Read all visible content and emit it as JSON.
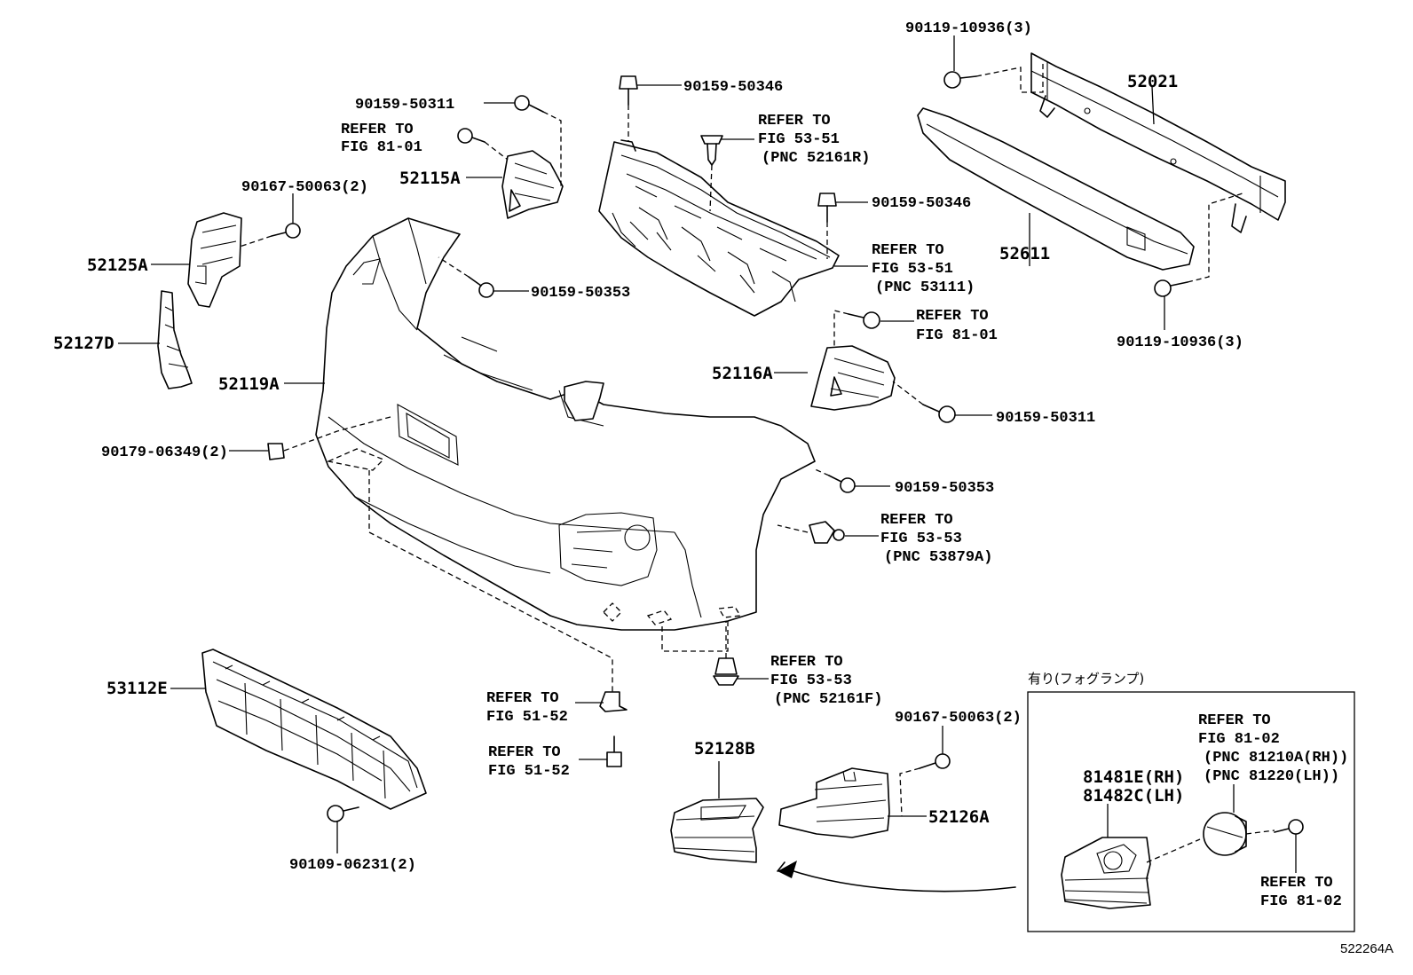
{
  "labels": {
    "bolt_52021_top": "90119-10936(3)",
    "part_52021": "52021",
    "part_52611": "52611",
    "bolt_52021_bottom": "90119-10936(3)",
    "bolt_grille_top": "90159-50346",
    "ref_5351a_1": "REFER TO",
    "ref_5351a_2": "FIG 53-51",
    "ref_5351a_3": "(PNC 52161R)",
    "bolt_grille_right": "90159-50346",
    "ref_5351b_1": "REFER TO",
    "ref_5351b_2": "FIG 53-51",
    "ref_5351b_3": "(PNC 53111)",
    "ref_8101r_1": "REFER TO",
    "ref_8101r_2": "FIG 81-01",
    "part_52116A": "52116A",
    "bolt_52116_right": "90159-50311",
    "bolt_52115_top": "90159-50311",
    "ref_8101l_1": "REFER TO",
    "ref_8101l_2": "FIG 81-01",
    "part_52115A": "52115A",
    "bolt_52125": "90167-50063(2)",
    "part_52125A": "52125A",
    "bolt_bumper_top": "90159-50353",
    "part_52127D": "52127D",
    "part_52119A": "52119A",
    "clip_90179": "90179-06349(2)",
    "bolt_bumper_right": "90159-50353",
    "ref_5353a_1": "REFER TO",
    "ref_5353a_2": "FIG 53-53",
    "ref_5353a_3": "(PNC 53879A)",
    "ref_5353b_1": "REFER TO",
    "ref_5353b_2": "FIG 53-53",
    "ref_5353b_3": "(PNC 52161F)",
    "ref_5152a_1": "REFER TO",
    "ref_5152a_2": "FIG 51-52",
    "ref_5152b_1": "REFER TO",
    "ref_5152b_2": "FIG 51-52",
    "part_53112E": "53112E",
    "bolt_53112": "90109-06231(2)",
    "part_52128B": "52128B",
    "bolt_52126": "90167-50063(2)",
    "part_52126A": "52126A",
    "fog_header": "有り(フォグランプ)",
    "ref_8102a_1": "REFER TO",
    "ref_8102a_2": "FIG 81-02",
    "ref_8102a_3": "(PNC 81210A(RH))",
    "ref_8102a_4": "(PNC 81220(LH))",
    "part_81481E": "81481E(RH)",
    "part_81482C": "81482C(LH)",
    "ref_8102b_1": "REFER TO",
    "ref_8102b_2": "FIG 81-02",
    "figure_code": "522264A"
  }
}
